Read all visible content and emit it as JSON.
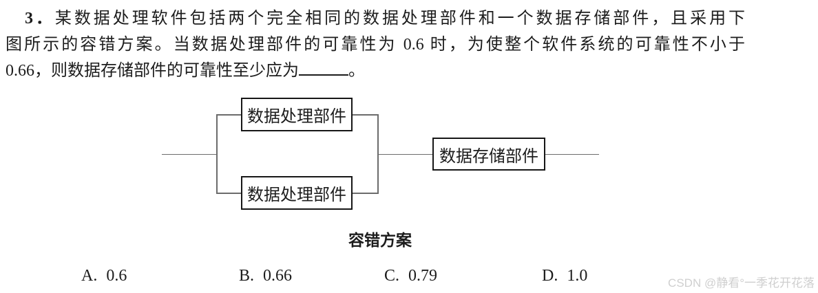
{
  "question": {
    "number": "3．",
    "line1": "某数据处理软件包括两个完全相同的数据处理部件和一个数据存储部件，且采用下",
    "line2": "图所示的容错方案。当数据处理部件的可靠性为 0.6 时，为使整个软件系统的可靠性不小于",
    "line3_before": "0.66，则数据存储部件的可靠性至少应为",
    "line3_after": "。"
  },
  "diagram": {
    "box_top": "数据处理部件",
    "box_bottom": "数据处理部件",
    "box_storage": "数据存储部件",
    "caption": "容错方案"
  },
  "options": {
    "items": [
      {
        "label": "A.",
        "value": "0.6"
      },
      {
        "label": "B.",
        "value": "0.66"
      },
      {
        "label": "C.",
        "value": "0.79"
      },
      {
        "label": "D.",
        "value": "1.0"
      }
    ]
  },
  "watermark": "CSDN @静看°一季花开花落",
  "colors": {
    "background": "#ffffff",
    "text": "#1c1c1c",
    "border": "#161616",
    "line": "#6b6b6b",
    "watermark": "#cfcfcf"
  }
}
